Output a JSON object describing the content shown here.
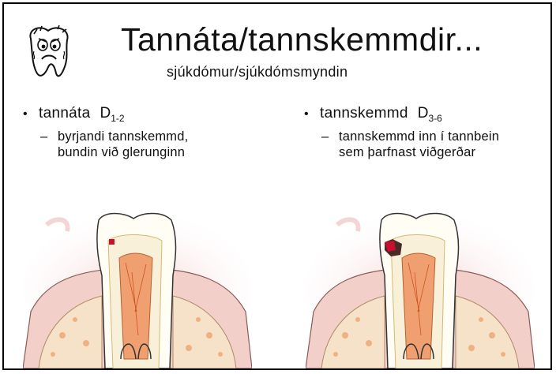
{
  "slide": {
    "title": "Tannáta/tannskemmdir...",
    "subtitle": "sjúkdómur/sjúkdómsmyndin",
    "left": {
      "bullet": "tannáta",
      "code_letter": "D",
      "code_sub": "1-2",
      "sub_line1": "byrjandi tannskemmd,",
      "sub_line2": "bundin við glerunginn"
    },
    "right": {
      "bullet": "tannskemmd",
      "code_letter": "D",
      "code_sub": "3-6",
      "sub_line1": "tannskemmd inn í tannbein",
      "sub_line2": "sem þarfnast viðgerðar"
    },
    "icons": [
      "tooth-mascot-icon",
      "tooth-illustration-enamel",
      "tooth-illustration-dentin"
    ],
    "colors": {
      "border": "#000000",
      "gum": "#f3cbc6",
      "pulp": "#f0a070",
      "lesion": "#c8102e",
      "bone": "#f6e2c8"
    }
  }
}
